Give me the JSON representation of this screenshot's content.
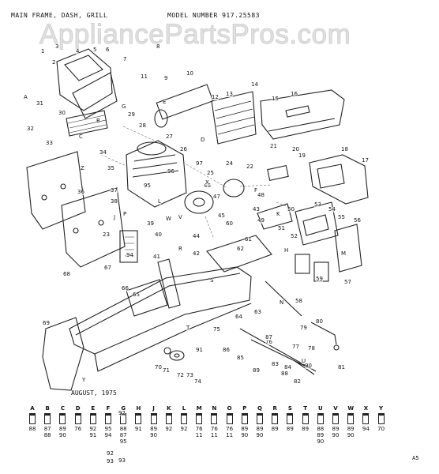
{
  "header": {
    "title": "MAIN FRAME, DASH, GRILL",
    "model": "MODEL NUMBER 917.25583"
  },
  "watermark": "AppliancePartsPros.com",
  "date_text": "AUGUST, 1975",
  "page_code": "A5",
  "callouts": [
    "1",
    "2",
    "3",
    "4",
    "5",
    "6",
    "7",
    "8",
    "9",
    "10",
    "11",
    "12",
    "13",
    "14",
    "15",
    "16",
    "17",
    "18",
    "19",
    "20",
    "21",
    "22",
    "23",
    "24",
    "25",
    "26",
    "27",
    "28",
    "29",
    "30",
    "31",
    "32",
    "33",
    "34",
    "35",
    "36",
    "37",
    "38",
    "39",
    "40",
    "41",
    "42",
    "43",
    "44",
    "45",
    "46",
    "47",
    "48",
    "49",
    "50",
    "51",
    "52",
    "53",
    "54",
    "55",
    "56",
    "57",
    "58",
    "59",
    "60",
    "61",
    "62",
    "63",
    "64",
    "65",
    "66",
    "67",
    "68",
    "69",
    "70",
    "71",
    "72",
    "73",
    "74",
    "75",
    "76",
    "77",
    "78",
    "79",
    "80",
    "81",
    "82",
    "83",
    "84",
    "85",
    "86",
    "87",
    "88",
    "89",
    "90",
    "91",
    "92",
    "93",
    "94",
    "95",
    "96",
    "97"
  ],
  "letter_callouts": [
    "A",
    "B",
    "C",
    "D",
    "E",
    "F",
    "G",
    "H",
    "J",
    "K",
    "L",
    "M",
    "N",
    "P",
    "R",
    "S",
    "T",
    "U",
    "V",
    "W",
    "X",
    "Y",
    "Z"
  ],
  "hardware_key": [
    {
      "letter": "A",
      "parts": [
        "88"
      ]
    },
    {
      "letter": "B",
      "parts": [
        "87",
        "88"
      ]
    },
    {
      "letter": "C",
      "parts": [
        "89",
        "90"
      ]
    },
    {
      "letter": "D",
      "parts": [
        "76"
      ]
    },
    {
      "letter": "E",
      "parts": [
        "92",
        "91"
      ]
    },
    {
      "letter": "F",
      "parts": [
        "95",
        "94"
      ]
    },
    {
      "letter": "G",
      "parts": [
        "88",
        "87",
        "95"
      ]
    },
    {
      "letter": "H",
      "parts": [
        "91"
      ]
    },
    {
      "letter": "J",
      "parts": [
        "89",
        "90"
      ]
    },
    {
      "letter": "K",
      "parts": [
        "92"
      ]
    },
    {
      "letter": "L",
      "parts": [
        "92"
      ]
    },
    {
      "letter": "M",
      "parts": [
        "76",
        "11"
      ]
    },
    {
      "letter": "N",
      "parts": [
        "76",
        "11"
      ]
    },
    {
      "letter": "O",
      "parts": [
        "76",
        "11"
      ]
    },
    {
      "letter": "P",
      "parts": [
        "89",
        "90"
      ]
    },
    {
      "letter": "Q",
      "parts": [
        "89",
        "90"
      ]
    },
    {
      "letter": "R",
      "parts": [
        "89"
      ]
    },
    {
      "letter": "S",
      "parts": [
        "89"
      ]
    },
    {
      "letter": "T",
      "parts": [
        "89"
      ]
    },
    {
      "letter": "U",
      "parts": [
        "88",
        "89",
        "90"
      ]
    },
    {
      "letter": "V",
      "parts": [
        "89",
        "90"
      ]
    },
    {
      "letter": "W",
      "parts": [
        "89",
        "90"
      ]
    },
    {
      "letter": "X",
      "parts": [
        "94"
      ]
    },
    {
      "letter": "Y",
      "parts": [
        "70"
      ]
    }
  ],
  "hardware_extra": [
    "92",
    "93"
  ]
}
